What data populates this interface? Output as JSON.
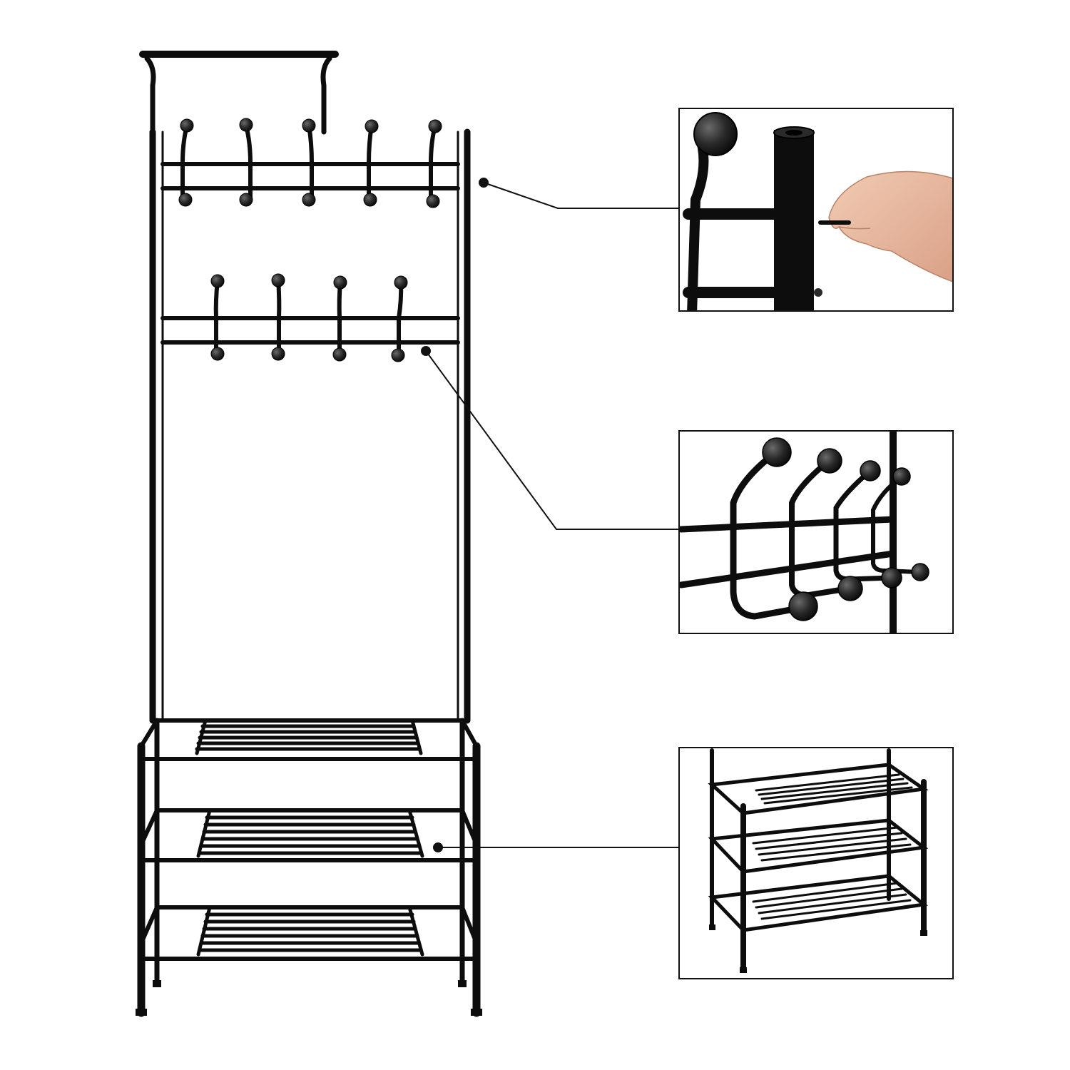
{
  "image": {
    "subject": "coat-rack-with-shoe-shelves",
    "colors": {
      "background": "#ffffff",
      "metal": "#0d0d0d",
      "hook_ball": "#2a2a2a",
      "frame_border": "#111111",
      "skin": "#e8b9a0"
    },
    "main_rack": {
      "top_hook_count": 5,
      "lower_hook_count": 4,
      "shoe_shelf_count": 3
    },
    "callouts": [
      {
        "name": "pole-connector-detail"
      },
      {
        "name": "hook-detail"
      },
      {
        "name": "shoe-shelf-detail"
      }
    ]
  }
}
